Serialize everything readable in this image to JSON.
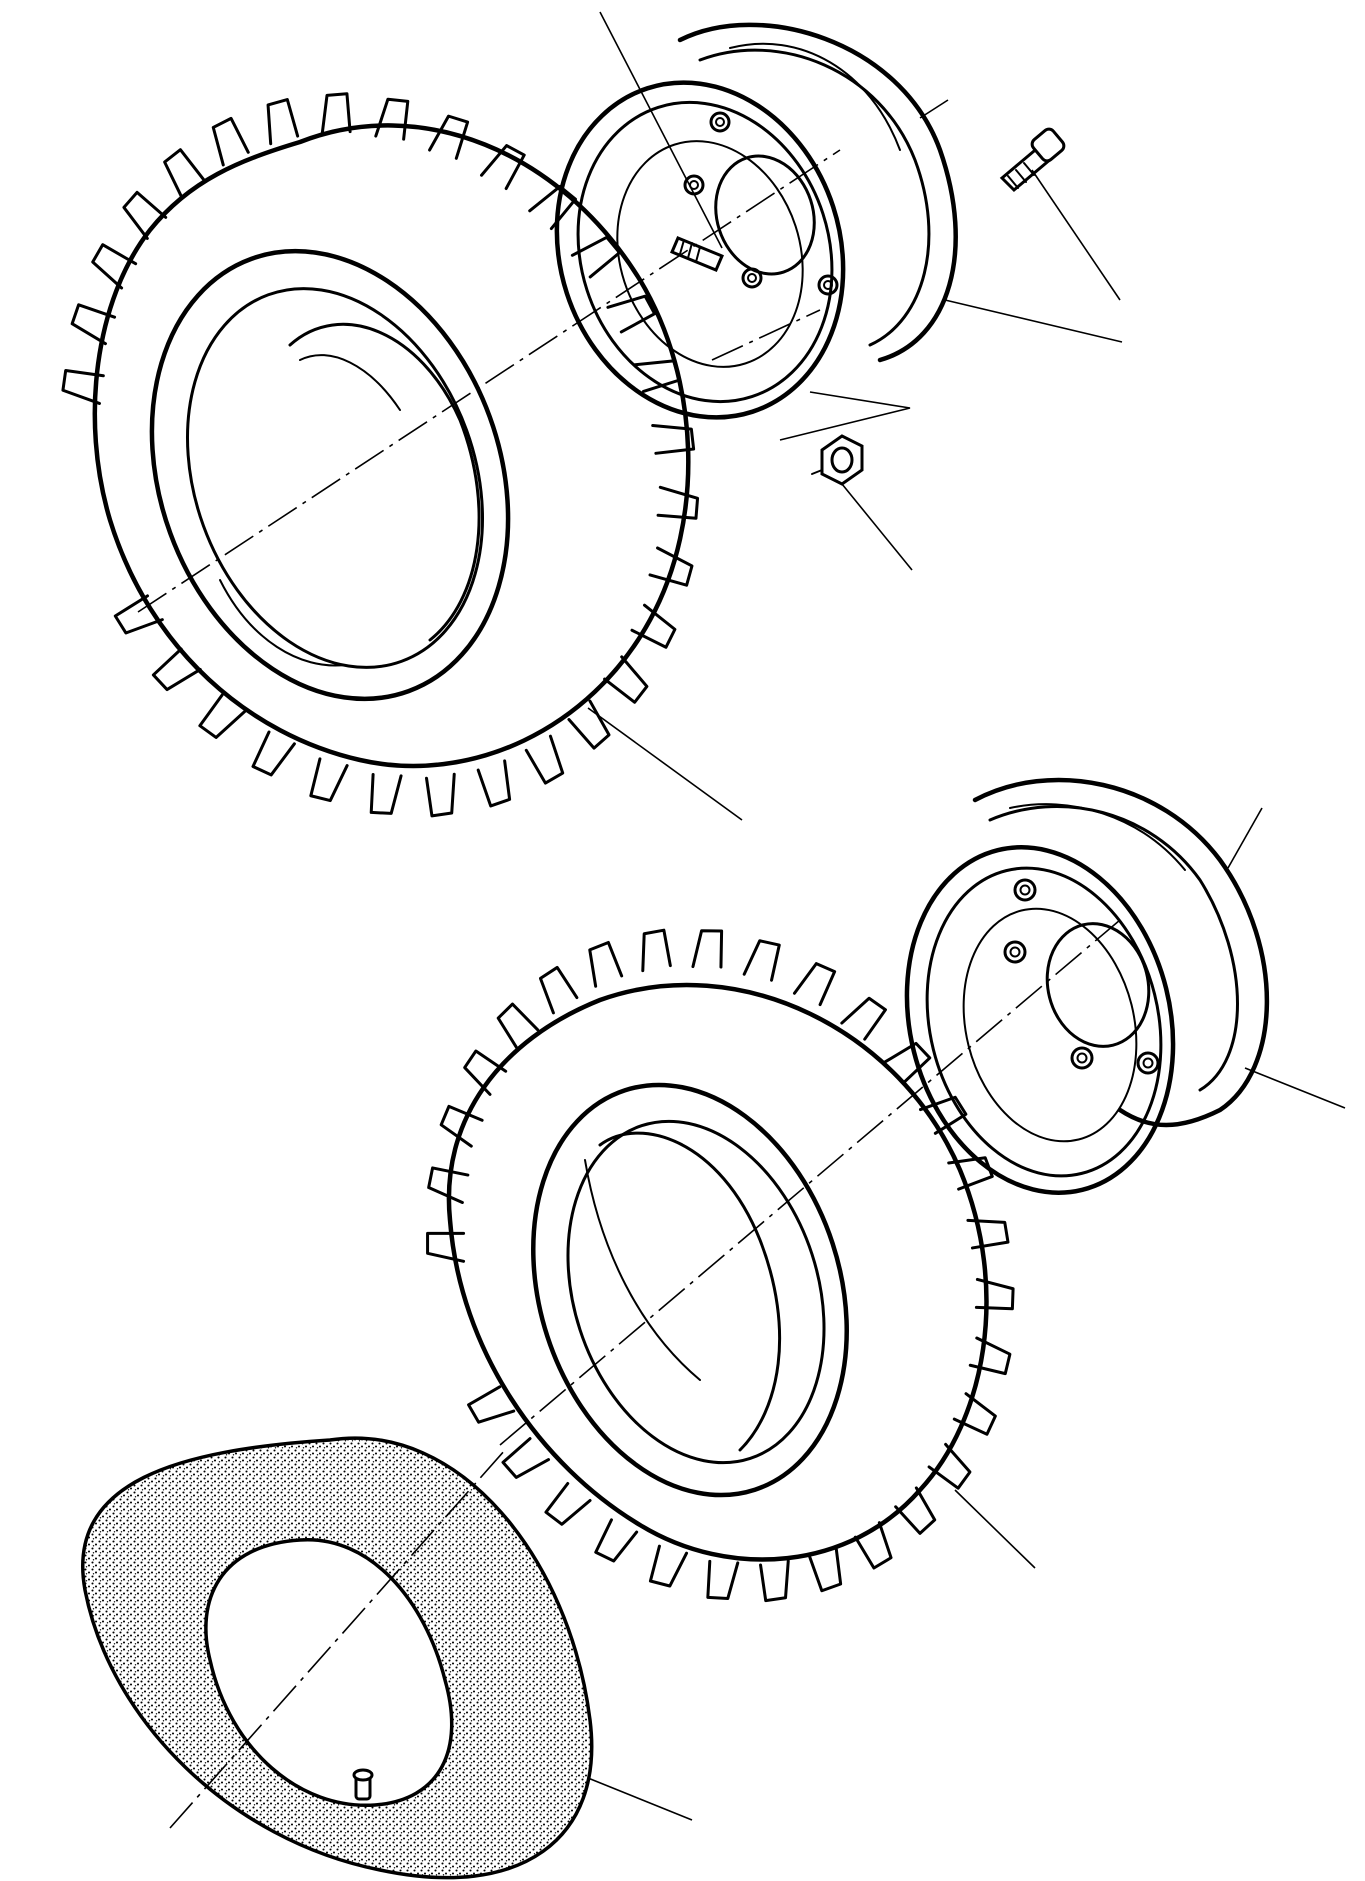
{
  "figure": {
    "kind": "exploded-view",
    "colors": {
      "line": "#000000",
      "paper": "#ffffff",
      "tube_fill": "#9a9a9a"
    },
    "parts": [
      {
        "name": "front-tire",
        "icon": "tire-icon"
      },
      {
        "name": "front-rim",
        "icon": "rim-icon"
      },
      {
        "name": "valve-stem",
        "icon": "valve-icon"
      },
      {
        "name": "wheel-stud",
        "icon": "stud-icon"
      },
      {
        "name": "wheel-nut",
        "icon": "nut-icon"
      },
      {
        "name": "rear-tire",
        "icon": "tire-icon"
      },
      {
        "name": "rear-rim",
        "icon": "rim-icon"
      },
      {
        "name": "inner-tube",
        "icon": "tube-icon"
      }
    ]
  }
}
